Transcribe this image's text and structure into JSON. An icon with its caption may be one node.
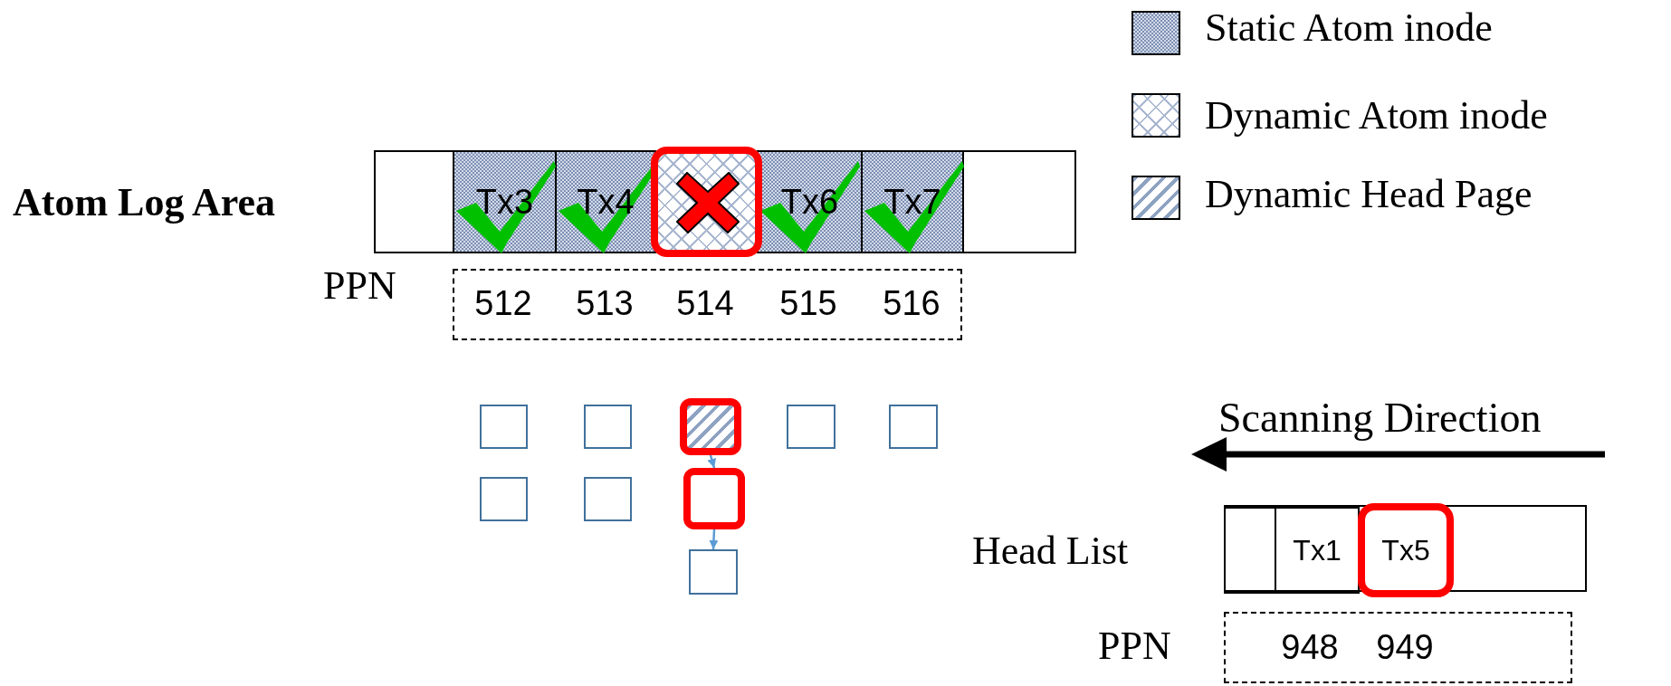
{
  "diagram": {
    "nodes": [
      {
        "text": [
          "Atom Log Area"
        ]
      },
      {
        "text": [],
        "shape": "box",
        "in": 0
      },
      {
        "text": [
          "Tx3"
        ],
        "in": 0
      },
      {
        "text": [
          "Tx4"
        ],
        "in": 0
      },
      {
        "text": [],
        "shape": "box",
        "in": 0
      },
      {
        "text": [
          "Tx6"
        ],
        "in": 0
      },
      {
        "text": [
          "Tx7"
        ],
        "in": 0
      },
      {
        "text": [],
        "shape": "box",
        "in": 0
      },
      {
        "text": [],
        "shape": "box"
      },
      {
        "text": [],
        "shape": "box"
      },
      {
        "text": [],
        "shape": "box"
      },
      {
        "text": [],
        "shape": "box"
      },
      {
        "text": [],
        "shape": "box"
      },
      {
        "text": [],
        "shape": "box"
      },
      {
        "text": [],
        "shape": "box"
      },
      {
        "text": [],
        "shape": "box"
      },
      {
        "text": [],
        "shape": "box"
      },
      {
        "text": [
          "Head List"
        ]
      },
      {
        "text": [],
        "shape": "box",
        "in": 17
      },
      {
        "text": [
          "Tx1"
        ],
        "in": 17
      },
      {
        "text": [
          "Tx5"
        ],
        "in": 17
      }
    ],
    "edges": [
      {
        "from": 10,
        "to": 15,
        "arrow": "to"
      },
      {
        "from": 15,
        "to": 16,
        "arrow": "to"
      }
    ],
    "labels": [
      "PPN",
      "512",
      "513",
      "514",
      "515",
      "516",
      "Scanning Direction",
      "PPN",
      "948",
      "949"
    ],
    "legend": [
      {
        "text": "Static Atom inode"
      },
      {
        "text": "Dynamic Atom inode"
      },
      {
        "text": "Dynamic Head Page"
      }
    ]
  }
}
